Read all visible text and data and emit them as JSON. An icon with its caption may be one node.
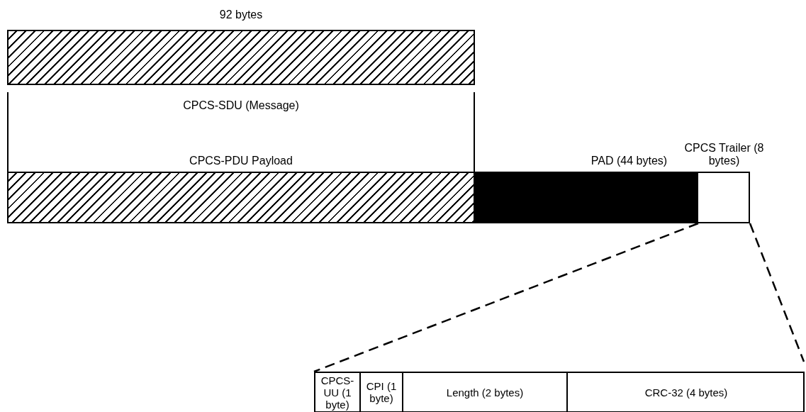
{
  "diagram": {
    "nodes": [
      {
        "text": [
          "92 bytes"
        ]
      },
      {
        "text": [
          "CPCS-PDU Payload"
        ]
      },
      {
        "text": [
          "PAD (44 bytes)"
        ]
      },
      {
        "text": [
          "CPCS Trailer (8 bytes)"
        ]
      },
      {
        "text": [],
        "shape": "box"
      },
      {
        "text": [
          "CPCS-UU (1 byte)"
        ],
        "in": 4
      },
      {
        "text": [
          "CPI (1 byte)"
        ],
        "in": 4
      },
      {
        "text": [
          "Length (2 bytes)"
        ],
        "in": 4
      },
      {
        "text": [
          "CRC-32 (4 bytes)"
        ],
        "in": 4
      }
    ],
    "edges": [
      {
        "from": 3,
        "to": 4,
        "arrow": "none",
        "style": "dashed"
      },
      {
        "from": 3,
        "to": 4,
        "arrow": "none",
        "style": "dashed"
      }
    ],
    "labels": [
      "CPCS-SDU (Message)"
    ]
  }
}
